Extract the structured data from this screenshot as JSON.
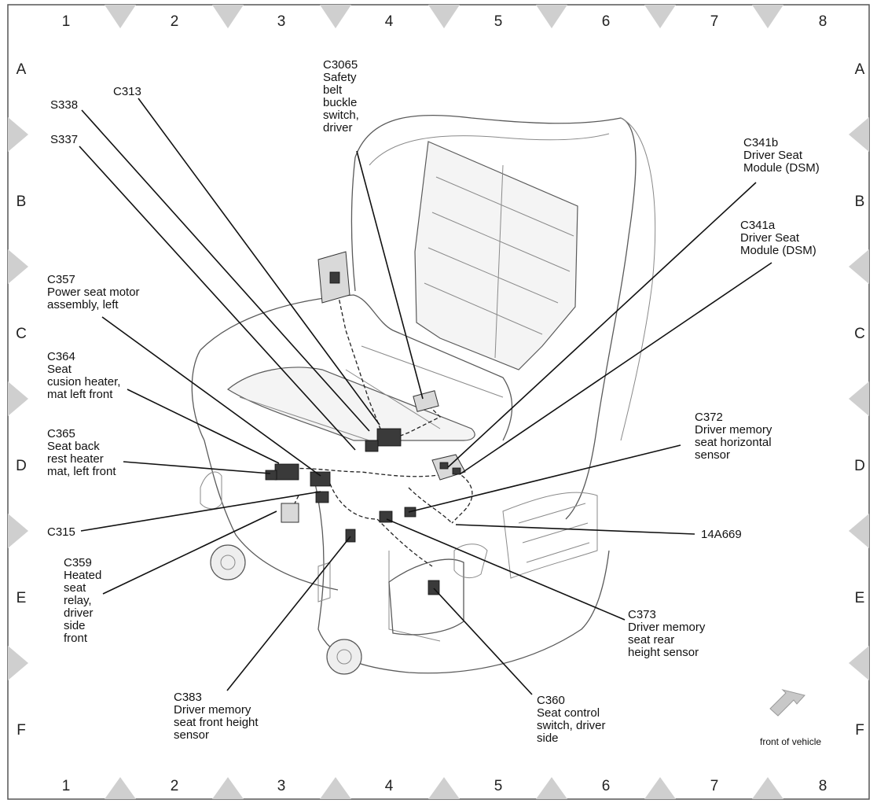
{
  "grid": {
    "columns": [
      "1",
      "2",
      "3",
      "4",
      "5",
      "6",
      "7",
      "8"
    ],
    "rows": [
      "A",
      "B",
      "C",
      "D",
      "E",
      "F"
    ]
  },
  "callouts": {
    "c3065": [
      "C3065",
      "Safety",
      "belt",
      "buckle",
      "switch,",
      "driver"
    ],
    "c313": [
      "C313"
    ],
    "s338": [
      "S338"
    ],
    "s337": [
      "S337"
    ],
    "c341b": [
      "C341b",
      "Driver Seat",
      "Module (DSM)"
    ],
    "c341a": [
      "C341a",
      "Driver Seat",
      "Module (DSM)"
    ],
    "c357": [
      "C357",
      "Power seat motor",
      "assembly, left"
    ],
    "c364": [
      "C364",
      "Seat",
      "cusion heater,",
      "mat left front"
    ],
    "c365": [
      "C365",
      "Seat back",
      "rest heater",
      "mat, left front"
    ],
    "c315": [
      "C315"
    ],
    "c359": [
      "C359",
      "Heated",
      "seat",
      "relay,",
      "driver",
      "side",
      "front"
    ],
    "c372": [
      "C372",
      "Driver memory",
      "seat horizontal",
      "sensor"
    ],
    "harness_14a669": [
      "14A669"
    ],
    "c373": [
      "C373",
      "Driver memory",
      "seat rear",
      "height sensor"
    ],
    "c383": [
      "C383",
      "Driver memory",
      "seat front height",
      "sensor"
    ],
    "c360": [
      "C360",
      "Seat control",
      "switch, driver",
      "side"
    ]
  },
  "front_of_vehicle": "front of vehicle",
  "colors": {
    "border": "#555555",
    "grid_marker": "#cfcfcf",
    "leader_line": "#111111",
    "front_arrow": "#c8c8c8"
  }
}
